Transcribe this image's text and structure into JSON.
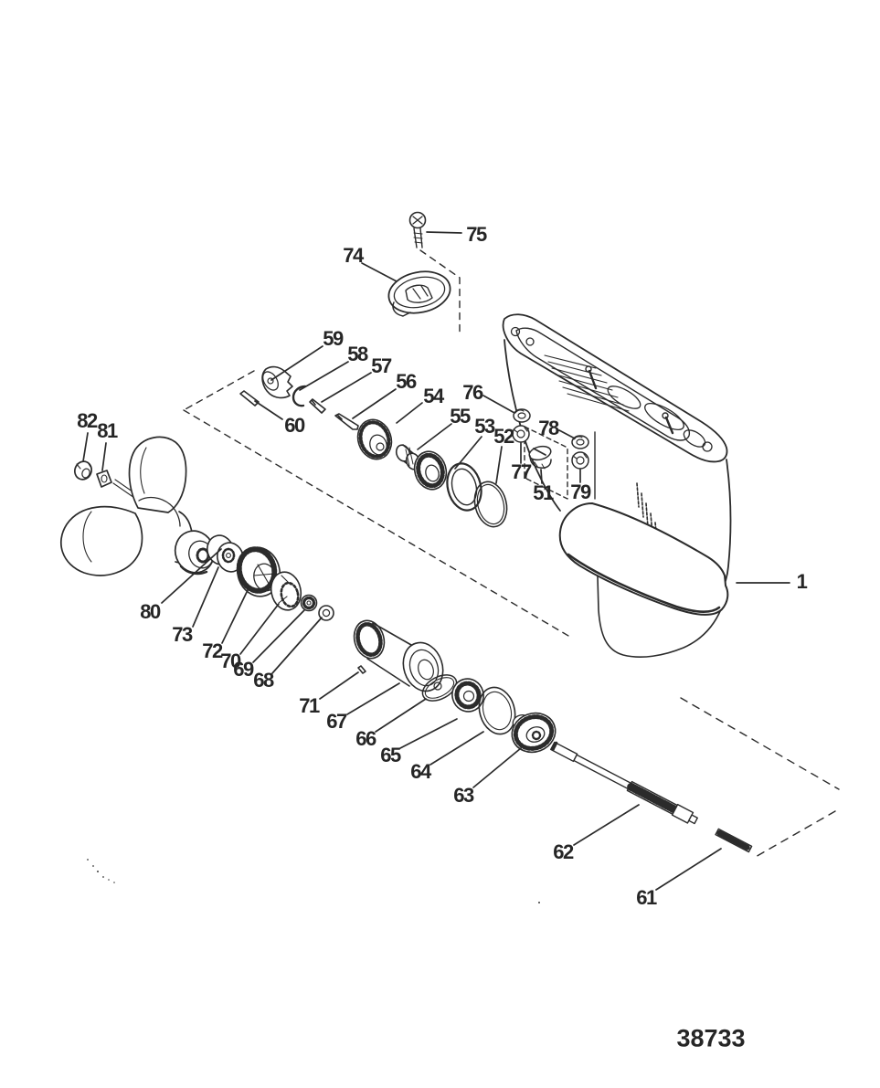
{
  "drawing": {
    "number": "38733",
    "ink_color": "#2b2b2b",
    "paper_color": "#ffffff"
  },
  "callouts": [
    {
      "id": "75",
      "text": "75"
    },
    {
      "id": "74",
      "text": "74"
    },
    {
      "id": "59",
      "text": "59"
    },
    {
      "id": "58",
      "text": "58"
    },
    {
      "id": "57",
      "text": "57"
    },
    {
      "id": "56",
      "text": "56"
    },
    {
      "id": "54",
      "text": "54"
    },
    {
      "id": "76",
      "text": "76"
    },
    {
      "id": "55",
      "text": "55"
    },
    {
      "id": "53",
      "text": "53"
    },
    {
      "id": "52",
      "text": "52"
    },
    {
      "id": "78",
      "text": "78"
    },
    {
      "id": "77",
      "text": "77"
    },
    {
      "id": "51",
      "text": "51"
    },
    {
      "id": "79",
      "text": "79"
    },
    {
      "id": "82",
      "text": "82"
    },
    {
      "id": "81",
      "text": "81"
    },
    {
      "id": "60",
      "text": "60"
    },
    {
      "id": "80",
      "text": "80"
    },
    {
      "id": "73",
      "text": "73"
    },
    {
      "id": "72",
      "text": "72"
    },
    {
      "id": "70",
      "text": "70"
    },
    {
      "id": "69",
      "text": "69"
    },
    {
      "id": "68",
      "text": "68"
    },
    {
      "id": "71",
      "text": "71"
    },
    {
      "id": "67",
      "text": "67"
    },
    {
      "id": "66",
      "text": "66"
    },
    {
      "id": "65",
      "text": "65"
    },
    {
      "id": "64",
      "text": "64"
    },
    {
      "id": "63",
      "text": "63"
    },
    {
      "id": "62",
      "text": "62"
    },
    {
      "id": "61",
      "text": "61"
    },
    {
      "id": "1",
      "text": "1"
    }
  ]
}
